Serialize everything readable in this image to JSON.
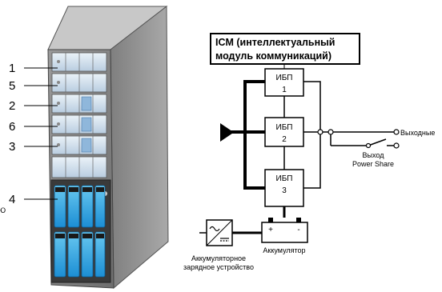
{
  "icm": {
    "line1": "ICM (интеллектуальный",
    "line2": "модуль коммуникаций)"
  },
  "callouts": [
    "1",
    "5",
    "2",
    "6",
    "3",
    "4"
  ],
  "ups_units": [
    {
      "label": "ИБП",
      "number": "1"
    },
    {
      "label": "ИБП",
      "number": "2"
    },
    {
      "label": "ИБП",
      "number": "3"
    }
  ],
  "outputs": {
    "main": "Выходные",
    "share_line1": "Выход",
    "share_line2": "Power Share"
  },
  "battery": {
    "label": "Аккумулятор",
    "plus": "+",
    "minus": "-"
  },
  "charger": {
    "line1": "Аккумуляторное",
    "line2": "зарядное устройство"
  },
  "stray_label": "Ю"
}
